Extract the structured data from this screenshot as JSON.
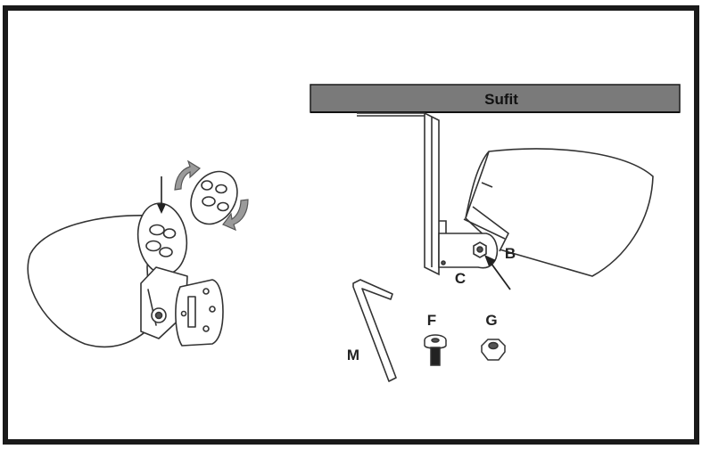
{
  "ceiling": {
    "label": "Sufit"
  },
  "parts": {
    "b": "B",
    "c": "C",
    "m": "M",
    "f": "F",
    "g": "G"
  },
  "colors": {
    "frame": "#1a1a1a",
    "ceiling": "#7a7a7a",
    "ink": "#333333",
    "arrow_fill": "#9a9a9a"
  },
  "icons": {
    "rotate": "rotate-arrows-icon",
    "down_arrow": "down-arrow-icon",
    "pointer": "pointer-arrow-icon"
  }
}
